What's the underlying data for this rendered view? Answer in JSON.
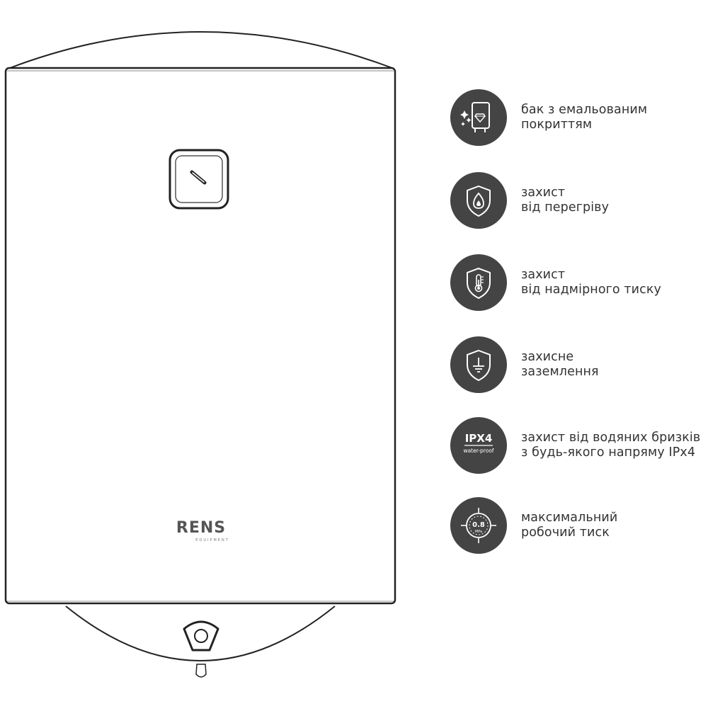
{
  "product": {
    "brand": "RENS",
    "brand_sub": "EQUIPMENT"
  },
  "features": [
    {
      "icon": "enamel-tank-icon",
      "lines": [
        "бак з емальованим",
        "покриттям"
      ]
    },
    {
      "icon": "overheat-shield-icon",
      "lines": [
        "захист",
        "від перегріву"
      ]
    },
    {
      "icon": "pressure-shield-icon",
      "lines": [
        "захист",
        "від надмірного тиску"
      ]
    },
    {
      "icon": "grounding-shield-icon",
      "lines": [
        "захисне",
        "заземлення"
      ]
    },
    {
      "icon": "ipx4-badge-icon",
      "badge_title": "IPX4",
      "badge_sub": "water-proof",
      "lines": [
        "захист від водяних бризків",
        "з будь-якого напряму IPx4"
      ]
    },
    {
      "icon": "pressure-gauge-icon",
      "gauge_value": "0.8",
      "gauge_unit": "MPa",
      "lines": [
        "максимальний",
        "робочий тиск"
      ]
    }
  ],
  "colors": {
    "icon_background": "#444444",
    "text": "#333333",
    "outline": "#222222"
  }
}
